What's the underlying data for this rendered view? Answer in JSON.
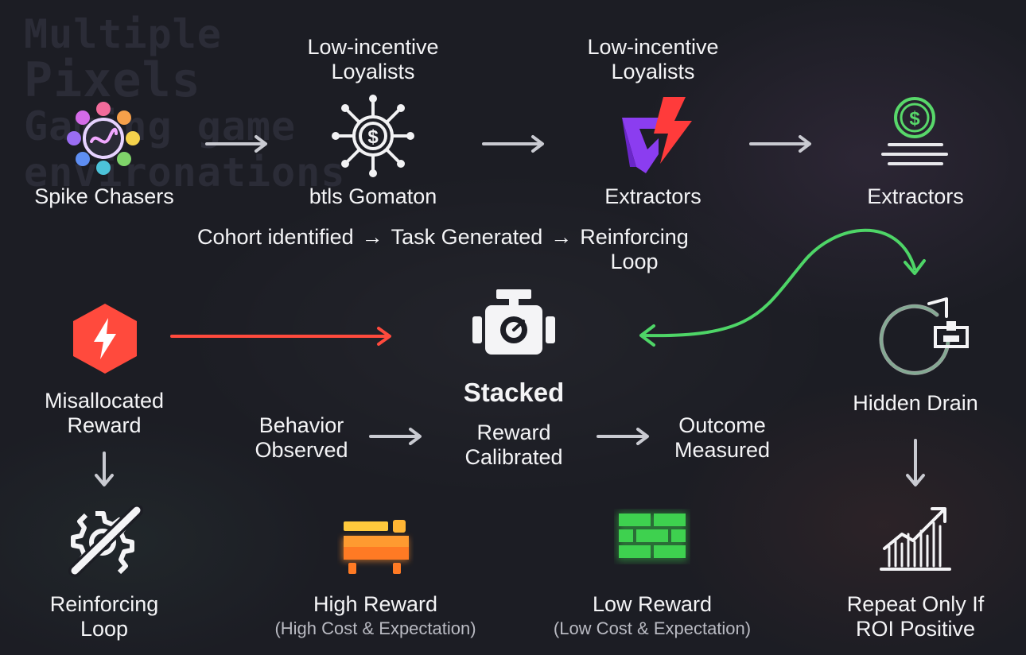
{
  "watermark": [
    "Multiple",
    "Pixels",
    "Gaming game",
    "environations"
  ],
  "top_row": [
    {
      "title": "",
      "label": "Spike Chasers",
      "icon": "flower-swirl-icon"
    },
    {
      "title_line1": "Low-incentive",
      "title_line2": "Loyalists",
      "label": "btls Gomaton",
      "icon": "dollar-network-icon"
    },
    {
      "title_line1": "Low-incentive",
      "title_line2": "Loyalists",
      "label": "Extractors",
      "icon": "bolt-shield-icon"
    },
    {
      "title": "",
      "label": "Extractors",
      "icon": "coin-stack-icon"
    }
  ],
  "flow": {
    "step1": "Cohort identified",
    "step2": "Task Generated",
    "step3_line1": "Reinforcing",
    "step3_line2": "Loop",
    "arrow": "→"
  },
  "middle": {
    "left_line1": "Misallocated",
    "left_line2": "Reward",
    "center_title": "Stacked",
    "center_sub_line1": "Reward",
    "center_sub_line2": "Calibrated",
    "behavior_line1": "Behavior",
    "behavior_line2": "Observed",
    "outcome_line1": "Outcome",
    "outcome_line2": "Measured",
    "right_label": "Hidden Drain"
  },
  "bottom_row": [
    {
      "line1": "Reinforcing",
      "line2": "Loop",
      "note": "",
      "icon": "broken-gear-icon"
    },
    {
      "line1": "High Reward",
      "line2": "",
      "note": "(High Cost & Expectation)",
      "icon": "orange-cart-icon"
    },
    {
      "line1": "Low Reward",
      "line2": "",
      "note": "(Low Cost & Expectation)",
      "icon": "green-brick-icon"
    },
    {
      "line1": "Repeat Only If",
      "line2": "ROI Positive",
      "note": "",
      "icon": "growth-chart-icon"
    }
  ],
  "colors": {
    "background": "#1c1d24",
    "red_arrow": "#ff4a3d",
    "green_arrow": "#4ed567",
    "gray_arrow": "#c9cad1",
    "orange": "#ff8a2a",
    "green_block": "#3ed14f"
  }
}
